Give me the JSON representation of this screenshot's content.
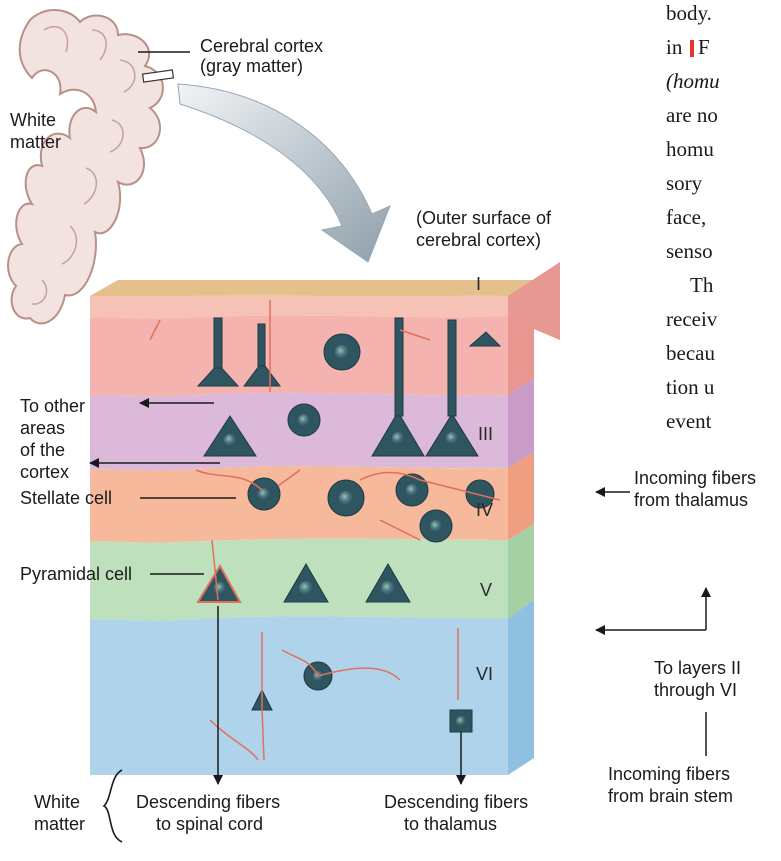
{
  "labels": {
    "cortex_line1": "Cerebral cortex",
    "cortex_line2": "(gray matter)",
    "white_matter_top_line1": "White",
    "white_matter_top_line2": "matter",
    "outer_surface_line1": "(Outer surface of",
    "outer_surface_line2": "cerebral cortex)",
    "other_areas_line1": "To other",
    "other_areas_line2": "areas",
    "other_areas_line3": "of the",
    "other_areas_line4": "cortex",
    "stellate": "Stellate cell",
    "pyramidal": "Pyramidal cell",
    "incoming_thalamus_line1": "Incoming fibers",
    "incoming_thalamus_line2": "from thalamus",
    "to_layers_line1": "To layers II",
    "to_layers_line2": "through VI",
    "incoming_brainstem_line1": "Incoming fibers",
    "incoming_brainstem_line2": "from brain stem",
    "desc_spinal_line1": "Descending fibers",
    "desc_spinal_line2": "to spinal cord",
    "desc_thalamus_line1": "Descending fibers",
    "desc_thalamus_line2": "to thalamus",
    "white_matter_bottom_line1": "White",
    "white_matter_bottom_line2": "matter"
  },
  "layers": [
    "I",
    "III",
    "IV",
    "V",
    "VI"
  ],
  "body_text": {
    "lines": [
      "body.",
      "in",
      "(homu",
      "are no",
      "homu",
      "sory",
      "face,",
      "senso",
      "Th",
      "receiv",
      "becau",
      "tion u",
      "event"
    ],
    "fig_ref": "F"
  },
  "colors": {
    "layer_I": "#f4b3ae",
    "layer_III": "#d9b7d8",
    "layer_IV": "#f7b89a",
    "layer_V": "#b7dcb6",
    "layer_VI": "#a9cfe6",
    "surface": "#e8c998",
    "neuron": "#2f5561",
    "fiber": "#e0705c",
    "accent_bar": "#e8352b"
  }
}
